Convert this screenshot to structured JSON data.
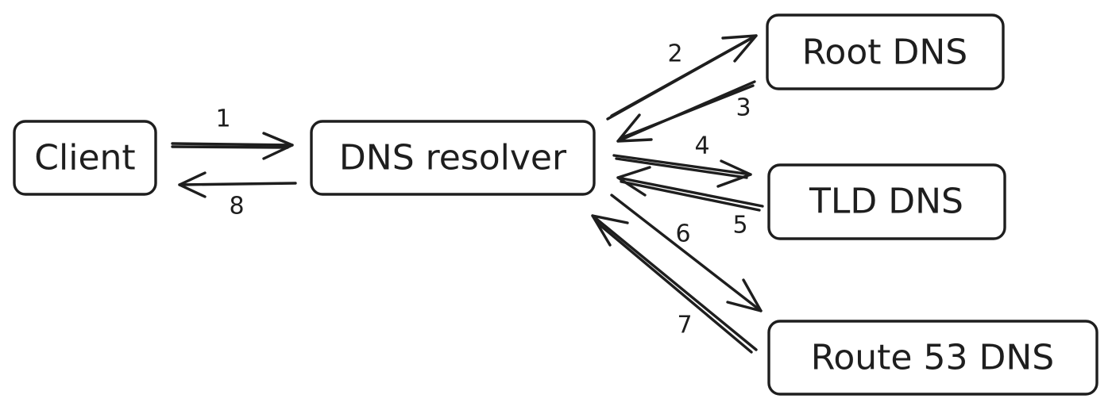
{
  "nodes": {
    "client": "Client",
    "resolver": "DNS resolver",
    "root": "Root DNS",
    "tld": "TLD DNS",
    "route53": "Route 53 DNS"
  },
  "edges": [
    {
      "label": "1",
      "from": "client",
      "to": "resolver"
    },
    {
      "label": "2",
      "from": "resolver",
      "to": "root"
    },
    {
      "label": "3",
      "from": "root",
      "to": "resolver"
    },
    {
      "label": "4",
      "from": "resolver",
      "to": "tld"
    },
    {
      "label": "5",
      "from": "tld",
      "to": "resolver"
    },
    {
      "label": "6",
      "from": "resolver",
      "to": "route53"
    },
    {
      "label": "7",
      "from": "route53",
      "to": "resolver"
    },
    {
      "label": "8",
      "from": "resolver",
      "to": "client"
    }
  ],
  "colors": {
    "stroke": "#1e1e1e",
    "background": "#ffffff"
  }
}
